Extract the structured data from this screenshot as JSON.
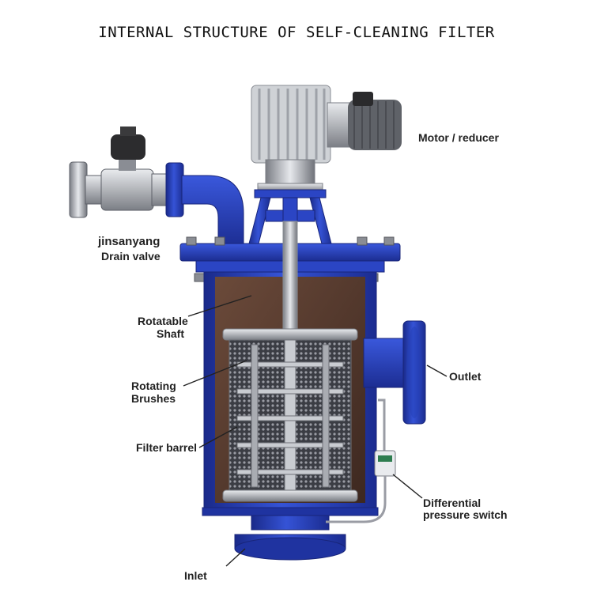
{
  "title": "INTERNAL STRUCTURE OF SELF-CLEANING FILTER",
  "labels": {
    "motor": "Motor / reducer",
    "brand": "jinsanyang",
    "drain_valve": "Drain valve",
    "shaft_line1": "Rotatable",
    "shaft_line2": "Shaft",
    "brushes_line1": "Rotating",
    "brushes_line2": "Brushes",
    "filter_barrel": "Filter barrel",
    "outlet": "Outlet",
    "dp_line1": "Differential",
    "dp_line2": "pressure switch",
    "inlet": "Inlet"
  },
  "colors": {
    "body_blue": "#2b45c4",
    "body_dark": "#1a2a8a",
    "interior": "#5a3a2a",
    "steel": "#b9bcc2",
    "steel_dark": "#6e7178"
  }
}
